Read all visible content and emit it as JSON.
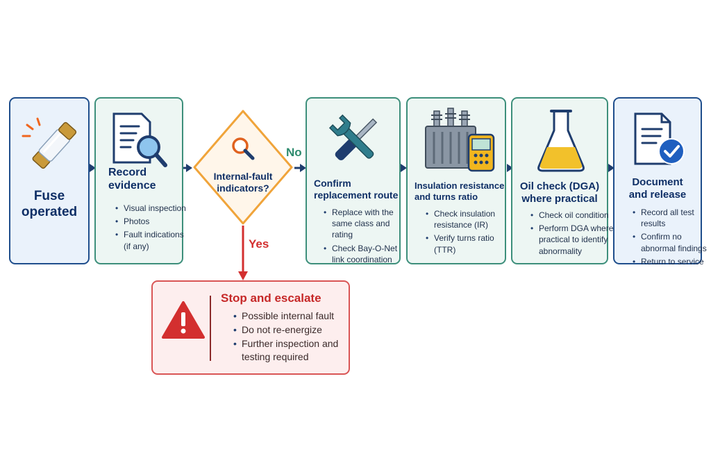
{
  "steps": {
    "fuse": {
      "title_l1": "Fuse",
      "title_l2": "operated",
      "icon": "fuse-icon"
    },
    "record": {
      "title_l1": "Record",
      "title_l2": "evidence",
      "icon": "document-search-icon",
      "items": [
        "Visual inspection",
        "Photos",
        "Fault indications (if any)"
      ]
    },
    "decision": {
      "title_l1": "Internal-fault",
      "title_l2": "indicators?",
      "icon": "magnifier-icon"
    },
    "confirm": {
      "title_l1": "Confirm",
      "title_l2": "replacement route",
      "icon": "tools-icon",
      "items": [
        "Replace with the same class and rating",
        "Check Bay-O-Net link coordination"
      ]
    },
    "insulation": {
      "title_l1": "Insulation resistance",
      "title_l2": "and turns ratio",
      "icon": "transformer-meter-icon",
      "items": [
        "Check insulation resistance (IR)",
        "Verify turns ratio (TTR)"
      ]
    },
    "oil": {
      "title_l1": "Oil check (DGA)",
      "title_l2": "where practical",
      "icon": "flask-icon",
      "items": [
        "Check oil condition",
        "Perform DGA where practical to identify abnormality"
      ]
    },
    "document": {
      "title_l1": "Document",
      "title_l2": "and release",
      "icon": "document-check-icon",
      "items": [
        "Record all test results",
        "Confirm no abnormal findings",
        "Return to service"
      ]
    },
    "escalate": {
      "title": "Stop and escalate",
      "icon": "warning-icon",
      "items": [
        "Possible internal fault",
        "Do not re-energize",
        "Further inspection and testing required"
      ]
    }
  },
  "branches": {
    "no": "No",
    "yes": "Yes"
  },
  "colors": {
    "navy": "#0f2f66",
    "blue_border": "#1f4e8c",
    "green_border": "#3d8f7b",
    "decision_border": "#f0a43a",
    "alert_red": "#d32f2f",
    "no_green": "#2e8b6e"
  }
}
